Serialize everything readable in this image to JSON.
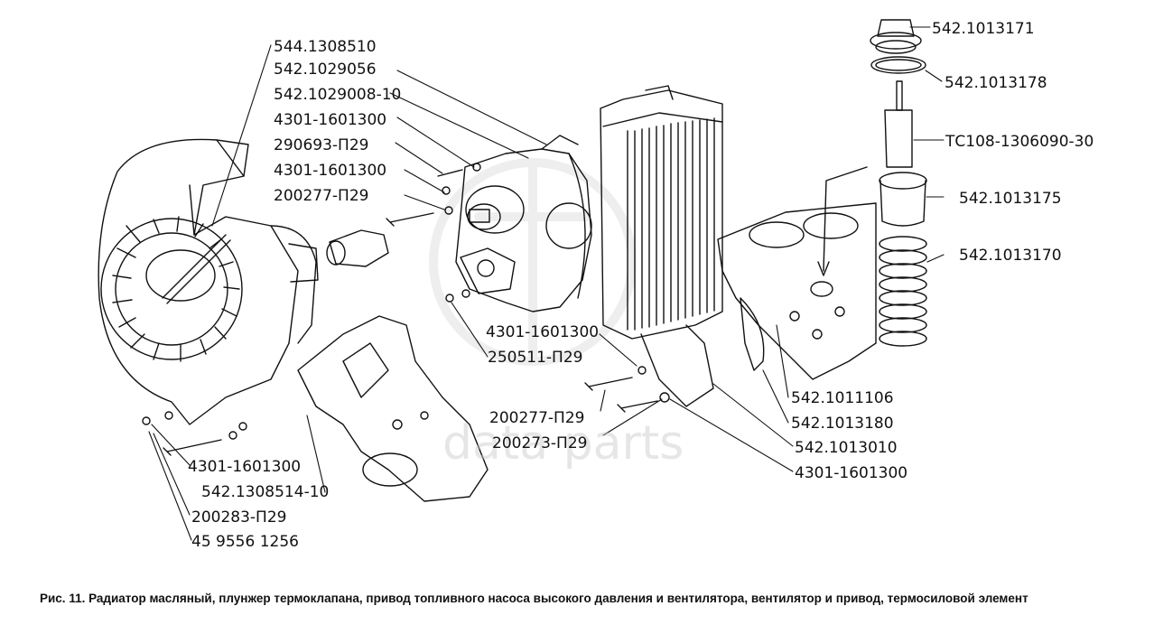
{
  "watermark": "data parts",
  "caption": "Рис. 11. Радиатор масляный, плунжер термоклапана, привод топливного насоса высокого давления и вентилятора, вентилятор и привод, термосиловой элемент",
  "labels": {
    "l01": "544.1308510",
    "l02": "542.1029056",
    "l03": "542.1029008-10",
    "l04": "4301-1601300",
    "l05": "290693-П29",
    "l06": "4301-1601300",
    "l07": "200277-П29",
    "l08": "4301-1601300",
    "l09": "250511-П29",
    "l10": "200277-П29",
    "l11": "200273-П29",
    "l12": "4301-1601300",
    "l13": "542.1308514-10",
    "l14": "200283-П29",
    "l15": "45 9556 1256",
    "l16": "542.1013171",
    "l17": "542.1013178",
    "l18": "ТС108-1306090-30",
    "l19": "542.1013175",
    "l20": "542.1013170",
    "l21": "542.1011106",
    "l22": "542.1013180",
    "l23": "542.1013010",
    "l24": "4301-1601300"
  }
}
